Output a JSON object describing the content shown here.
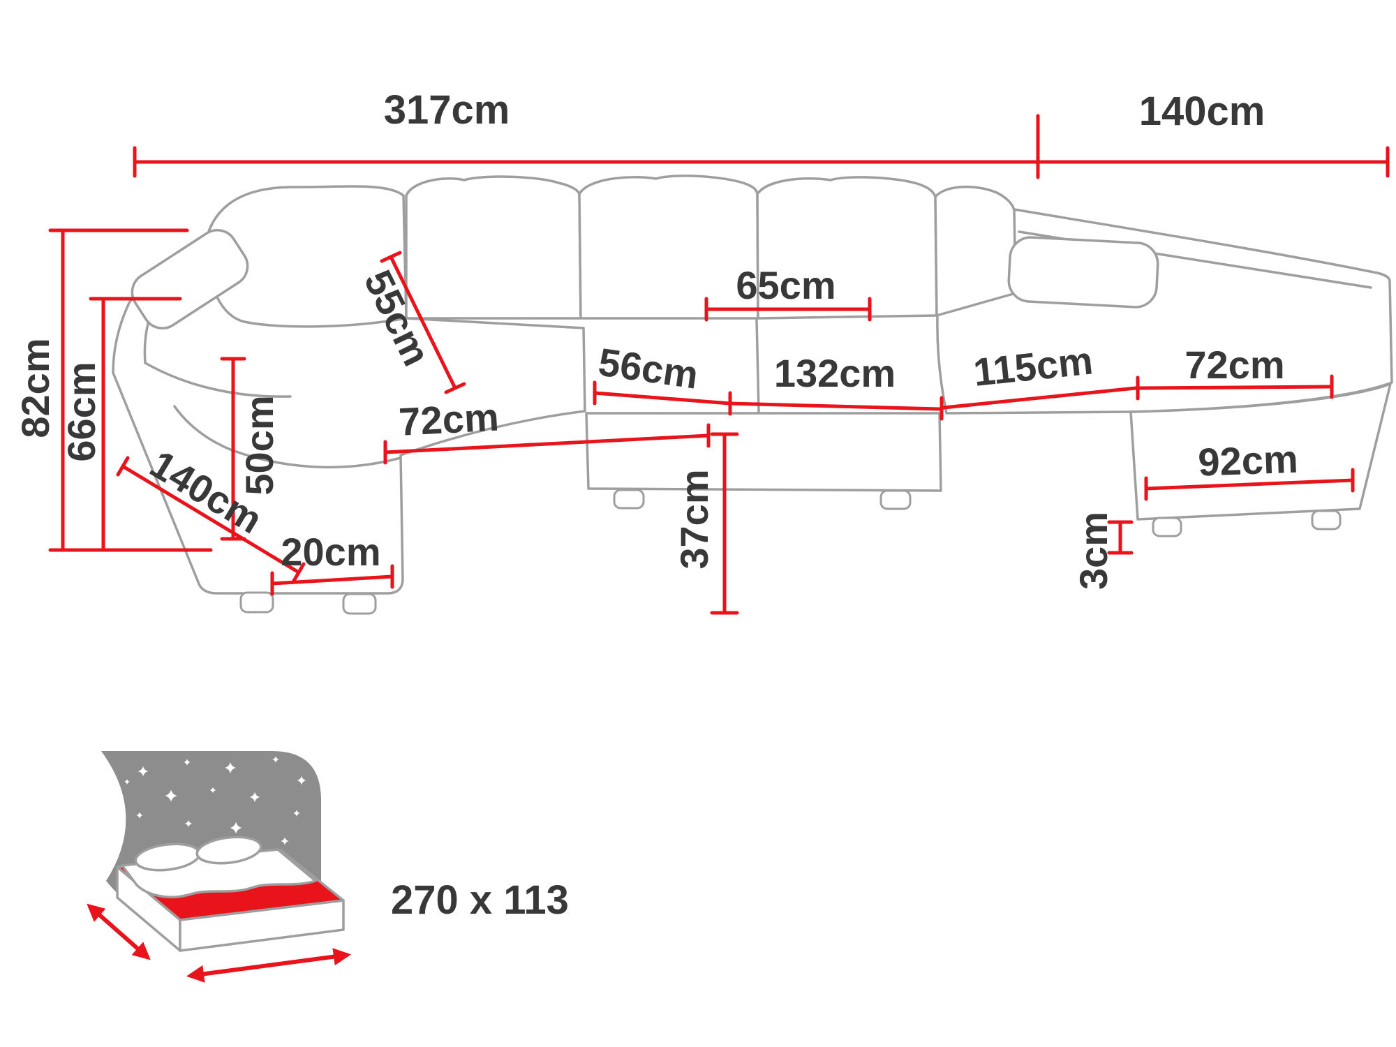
{
  "meta": {
    "title": "Corner sofa-bed dimension diagram",
    "colors": {
      "dimension_red": "#e8131b",
      "outline_gray": "#9e9e9e",
      "label_text": "#383838",
      "night_sky_gray": "#8d8d8d"
    }
  },
  "dimensions": {
    "total_width": "317cm",
    "right_section_depth": "140cm",
    "total_height": "82cm",
    "backrest_height": "66cm",
    "back_cushion_height": "55cm",
    "back_cushion_width": "65cm",
    "seat_depth": "56cm",
    "middle_seat_width": "132cm",
    "right_section_inner_width": "115cm",
    "left_chaise_width": "72cm",
    "right_chaise_width": "72cm",
    "left_chaise_length": "140cm",
    "armrest_height": "50cm",
    "armrest_width": "20cm",
    "seat_height": "37cm",
    "right_chaise_length": "92cm",
    "leg_height": "3cm"
  },
  "sleeping_area": {
    "label": "270 x 113"
  }
}
